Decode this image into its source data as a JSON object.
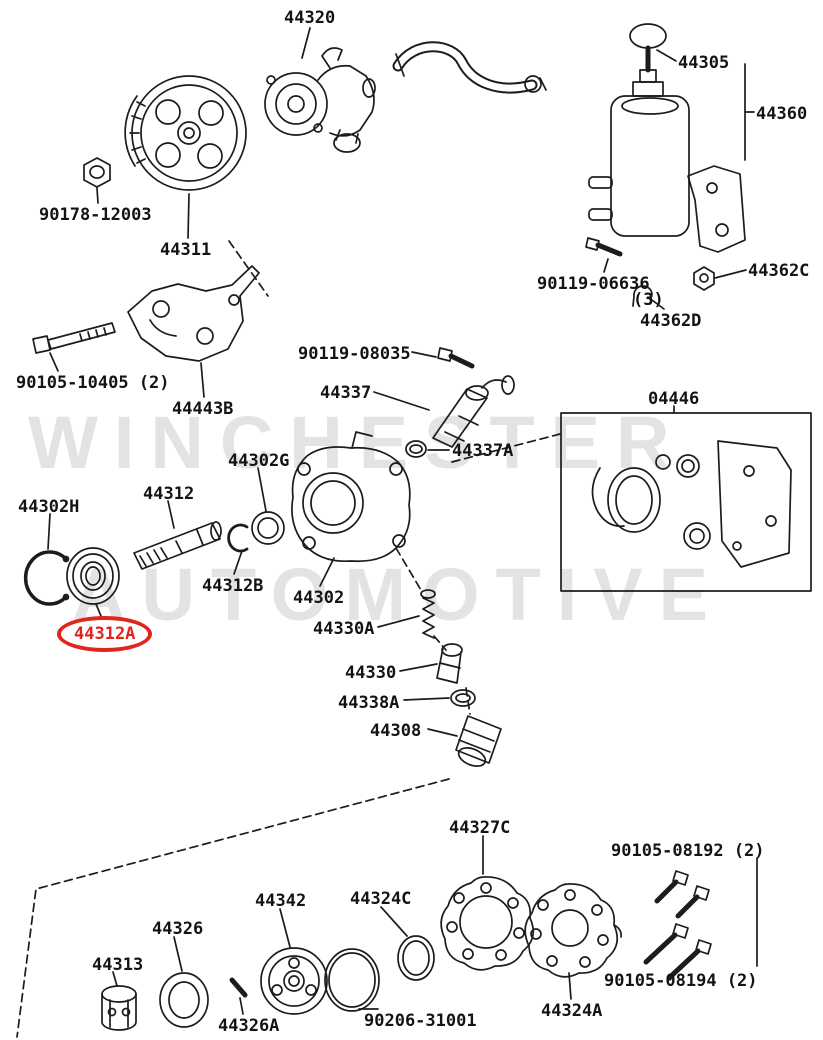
{
  "diagram": {
    "type": "exploded-parts-diagram",
    "subject": "Power steering pump assembly parts diagram",
    "watermark": {
      "line1": "WINCHESTER",
      "line2": "AUTOMOTIVE"
    },
    "highlight": {
      "label": "44312A",
      "color": "#e0251b",
      "shape": "oval"
    },
    "line_color": "#1c1c1c",
    "parts": [
      {
        "label": "44320"
      },
      {
        "label": "44305"
      },
      {
        "label": "44360"
      },
      {
        "label": "90178-12003"
      },
      {
        "label": "44311"
      },
      {
        "label": "90119-06636"
      },
      {
        "label": "(3)"
      },
      {
        "label": "44362C"
      },
      {
        "label": "44362D"
      },
      {
        "label": "90105-10405 (2)"
      },
      {
        "label": "44443B"
      },
      {
        "label": "90119-08035"
      },
      {
        "label": "44337"
      },
      {
        "label": "44337A"
      },
      {
        "label": "04446"
      },
      {
        "label": "44302G"
      },
      {
        "label": "44302H"
      },
      {
        "label": "44312"
      },
      {
        "label": "44312B"
      },
      {
        "label": "44302"
      },
      {
        "label": "44330A"
      },
      {
        "label": "44330"
      },
      {
        "label": "44338A"
      },
      {
        "label": "44308"
      },
      {
        "label": "44312A"
      },
      {
        "label": "44327C"
      },
      {
        "label": "90105-08192 (2)"
      },
      {
        "label": "44342"
      },
      {
        "label": "44324C"
      },
      {
        "label": "44326"
      },
      {
        "label": "44313"
      },
      {
        "label": "90105-08194 (2)"
      },
      {
        "label": "44326A"
      },
      {
        "label": "90206-31001"
      },
      {
        "label": "44324A"
      }
    ]
  }
}
